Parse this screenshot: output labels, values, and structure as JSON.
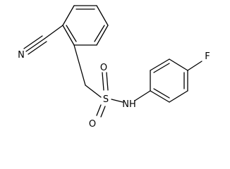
{
  "molecule": {
    "atoms": {
      "nitrile_n": "N",
      "sulfonyl_o_top": "O",
      "sulfonyl_o_bottom": "O",
      "sulfur": "S",
      "amide_nh": "NH",
      "fluorine": "F"
    }
  },
  "colors": {
    "bond": "#000000",
    "label": "#000000",
    "background": "#ffffff"
  }
}
